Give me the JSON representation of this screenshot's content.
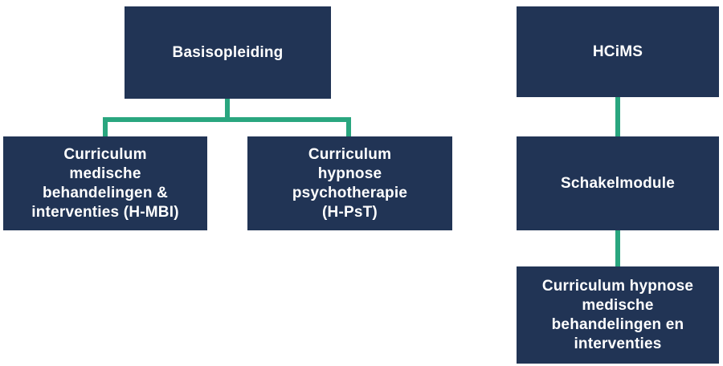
{
  "colors": {
    "box_fill": "#213455",
    "connector": "#2aa67f",
    "text": "#ffffff",
    "background": "#ffffff"
  },
  "diagram": {
    "left_tree": {
      "root": {
        "label": "Basisopleiding"
      },
      "children": {
        "hmbi": {
          "label": "Curriculum\nmedische\nbehandelingen &\ninterventies (H-MBI)"
        },
        "hpst": {
          "label": "Curriculum\nhypnose\npsychotherapie\n(H-PsT)"
        }
      }
    },
    "right_chain": {
      "root": {
        "label": "HCiMS"
      },
      "middle": {
        "label": "Schakelmodule"
      },
      "leaf": {
        "label": "Curriculum hypnose\nmedische\nbehandelingen en\ninterventies"
      }
    }
  }
}
